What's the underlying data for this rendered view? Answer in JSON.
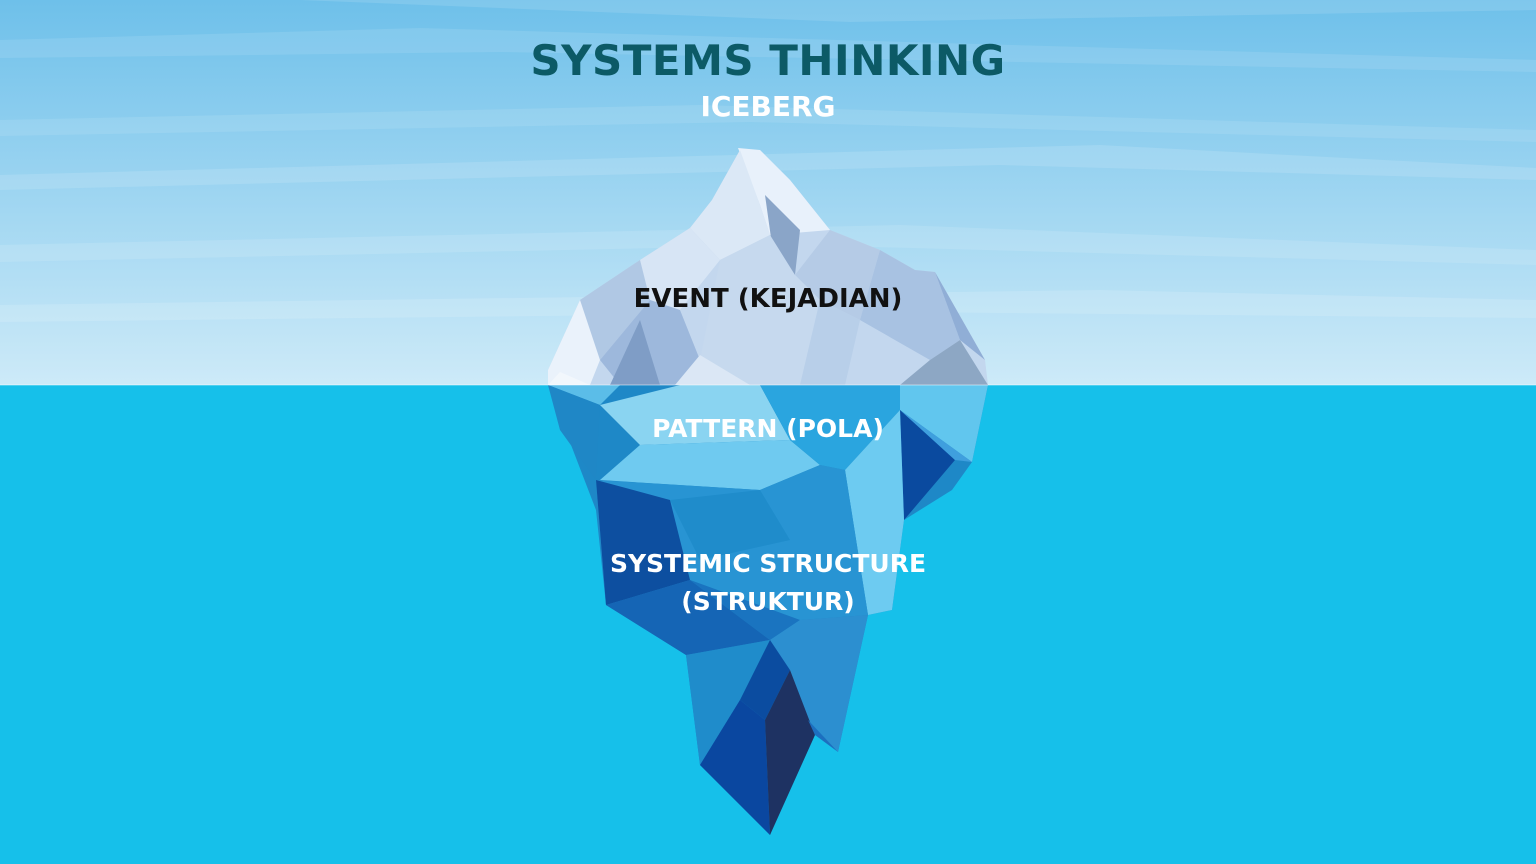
{
  "title": "SYSTEMS THINKING",
  "subtitle": "ICEBERG",
  "levels": [
    {
      "label": "EVENT (KEJADIAN)"
    },
    {
      "label": "PATTERN (POLA)"
    },
    {
      "label_line1": "SYSTEMIC STRUCTURE",
      "label_line2": "(STRUKTUR)"
    }
  ],
  "colors": {
    "sky_top": "#6ec0ea",
    "sky_bottom": "#cdeaf8",
    "sea": "#16c0ea",
    "title": "#0c5a66"
  }
}
